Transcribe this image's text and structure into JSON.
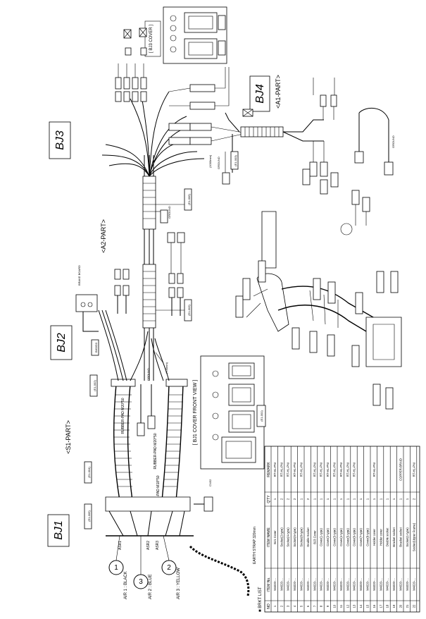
{
  "sections": {
    "bj1": "BJ1",
    "bj2": "BJ2",
    "bj3": "BJ3",
    "bj4": "BJ4"
  },
  "parts": {
    "s1": "<S1-PART>",
    "a2": "<A2-PART>",
    "a1": "<A1-PART>"
  },
  "covers": {
    "bj1_cover": "[ BJ1 COVER FRONT VIEW ]",
    "bj3_cover": "[ BJ3 COVER ]"
  },
  "hoses": {
    "rubber_pad_a": "RUBBER-PAD M20*50",
    "rubber_pad_b": "RUBBER-PAD M20*50",
    "rubber_pad_c": "RUBBER-PAD M18*50"
  },
  "labels": {
    "e1_001": "(E1-001)",
    "e1_002": "(E1-002)",
    "e1_003": "(E1-003)",
    "e1_004": "(E1-004)",
    "e1_005": "(E1-005)",
    "e1_006": "(E1-006)",
    "ground_a": "GROUND",
    "ground_b": "GROUND",
    "ground_c": "GROUND",
    "ground_d": "GROUND",
    "ground_len": "(1000mm)",
    "ground_len_b": "(700mm)",
    "brake": "BRAKE BOARD",
    "bhs": "BH5/D3",
    "cns2": "CN52",
    "earth": "EARTH STRAP 320mm",
    "air1": "AIR 1 : BLACK",
    "air2": "AIR 2 : BLUE",
    "air3": "AIR 3 : YELLOW",
    "asr1": "ASR1",
    "asr2": "ASR2",
    "asr3": "ASR3",
    "cns": "CNS"
  },
  "bom": {
    "title": "■ BRKT LIST",
    "headers": [
      "NO",
      "ITEM No.",
      "ITEM NAME",
      "Q'TY",
      "REMARK"
    ],
    "rows": [
      [
        "1",
        "M4020-...",
        "BJ1 Cover",
        "1",
        "RT-HL-PNI"
      ],
      [
        "2",
        "M4020-...",
        "Socket(2-type)",
        "2",
        "RT-HL-PNI"
      ],
      [
        "3",
        "M4020-...",
        "Socket(4-type)",
        "2",
        "RT-HL-PNI"
      ],
      [
        "4",
        "M4020-...",
        "Socket(6-type)",
        "2",
        "RT-HL-PNI"
      ],
      [
        "5",
        "M4020-...",
        "Socket(8-type)",
        "1",
        "RT-HL-PNI"
      ],
      [
        "6",
        "M4020-...",
        "Double Socket",
        "2",
        ""
      ],
      [
        "7",
        "M4020-...",
        "BJ3 Cover",
        "1",
        "RT-HL-PNI"
      ],
      [
        "8",
        "M4020-...",
        "Cover(1-type)",
        "1",
        "RT-HL-PNI"
      ],
      [
        "9",
        "M4020-...",
        "Cover(2-type)",
        "1",
        "RT-HL-PNI"
      ],
      [
        "10",
        "M4020-...",
        "Cover(3-type)",
        "1",
        "RT-HL-PNI"
      ],
      [
        "11",
        "M4020-...",
        "Cover(4-type)",
        "1",
        "RT-HL-PNI"
      ],
      [
        "12",
        "M4020-...",
        "Cover(5-type)",
        "1",
        "RT-HL-PNI"
      ],
      [
        "13",
        "M4020-...",
        "Cover(6-type)",
        "1",
        "RT-HL-PNI"
      ],
      [
        "14",
        "M4020-...",
        "Cover(7-type)",
        "1",
        ""
      ],
      [
        "15",
        "M4020-...",
        "Cover(8-type)",
        "1",
        ""
      ],
      [
        "16",
        "M4020-...",
        "Holder cover",
        "1",
        "RT-HL-PNI"
      ],
      [
        "17",
        "M4020-...",
        "Holder cover",
        "1",
        ""
      ],
      [
        "18",
        "M4020-...",
        "Double socket",
        "1",
        ""
      ],
      [
        "19",
        "M4020-...",
        "Bracket socket",
        "1",
        ""
      ],
      [
        "20",
        "M4020-...",
        "Bracket socket",
        "1",
        "COPPER-BRAID"
      ],
      [
        "21",
        "M4020-...",
        "Socket(1-type)",
        "1",
        ""
      ],
      [
        "22",
        "M4020-...",
        "Socket(Upper Frame)",
        "2",
        "RT-HL-PNI"
      ]
    ]
  }
}
